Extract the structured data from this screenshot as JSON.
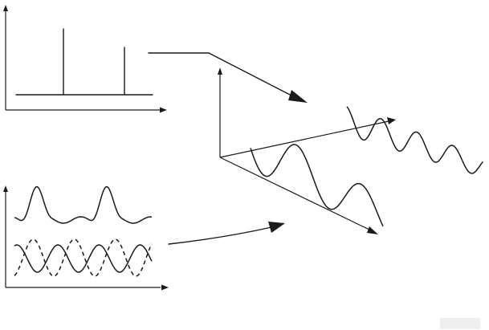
{
  "title": "",
  "panels": {
    "spectrum": {
      "lines": 2
    },
    "time_waves": {
      "traces": [
        "solid-top",
        "solid-bottom",
        "dashed-bottom"
      ]
    },
    "three_d": {
      "axes": 3,
      "curves": 2
    }
  },
  "colors": {
    "ink": "#1a1a1a",
    "background": "#ffffff",
    "corner_patch": "#efefef"
  }
}
